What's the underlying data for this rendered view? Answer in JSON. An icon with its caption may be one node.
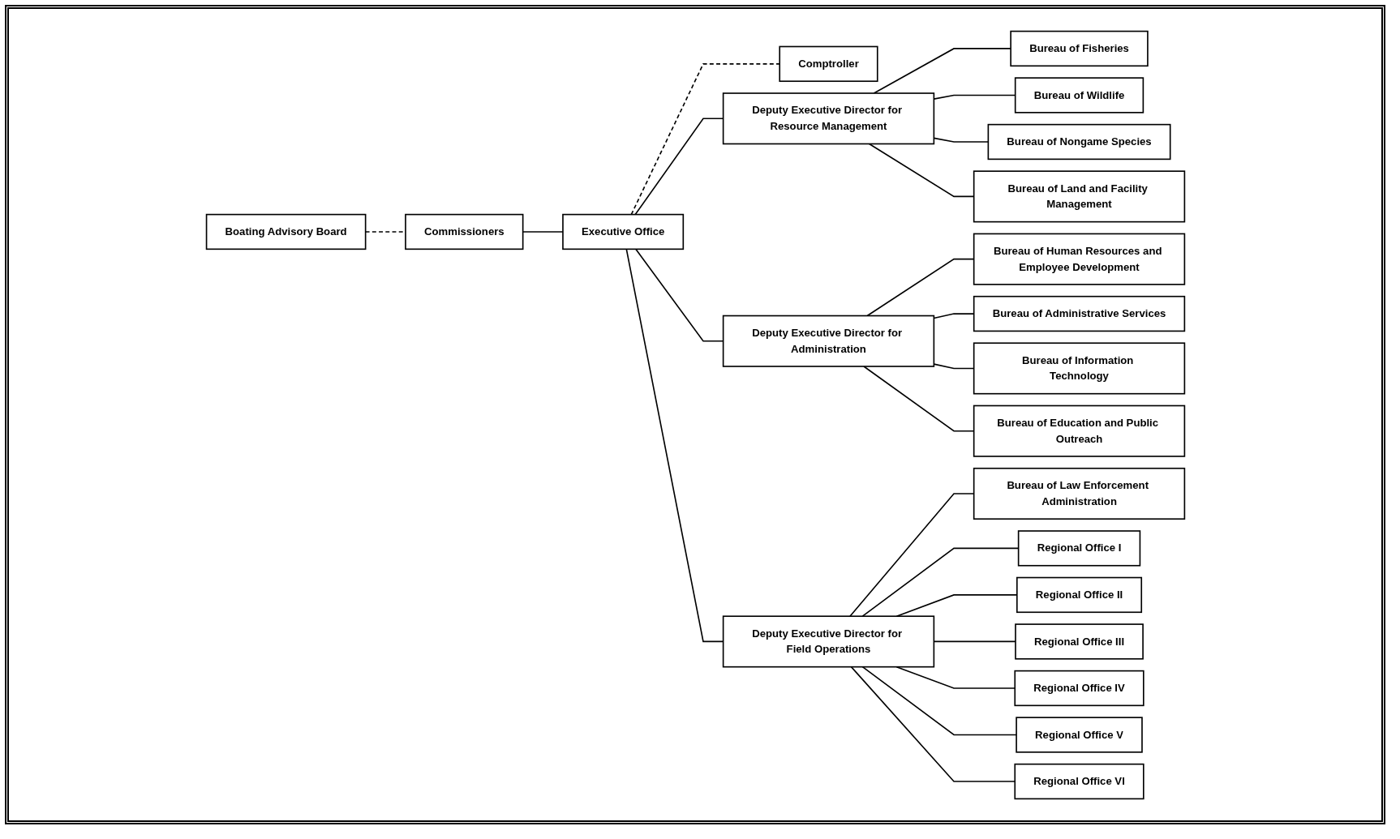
{
  "diagram": {
    "nodes": [
      {
        "text": [
          "Boating Advisory Board"
        ]
      },
      {
        "text": [
          "Commissioners"
        ]
      },
      {
        "text": [
          "Executive Office"
        ]
      },
      {
        "text": [
          "Comptroller"
        ]
      },
      {
        "text": [
          "Deputy Executive Director for Resource Management"
        ]
      },
      {
        "text": [
          "Deputy Executive Director for Administration"
        ]
      },
      {
        "text": [
          "Deputy Executive Director for Field Operations"
        ]
      },
      {
        "text": [
          "Bureau of Fisheries"
        ]
      },
      {
        "text": [
          "Bureau of Wildlife"
        ]
      },
      {
        "text": [
          "Bureau of Nongame Species"
        ]
      },
      {
        "text": [
          "Bureau of Land and Facility Management"
        ]
      },
      {
        "text": [
          "Bureau of Human Resources and Employee Development"
        ]
      },
      {
        "text": [
          "Bureau of Administrative Services"
        ]
      },
      {
        "text": [
          "Bureau of Information Technology"
        ]
      },
      {
        "text": [
          "Bureau of Education and Public Outreach"
        ]
      },
      {
        "text": [
          "Bureau of Law Enforcement Administration"
        ]
      },
      {
        "text": [
          "Regional Office I"
        ]
      },
      {
        "text": [
          "Regional Office II"
        ]
      },
      {
        "text": [
          "Regional Office III"
        ]
      },
      {
        "text": [
          "Regional Office IV"
        ]
      },
      {
        "text": [
          "Regional Office V"
        ]
      },
      {
        "text": [
          "Regional Office VI"
        ]
      }
    ],
    "edges": [
      {
        "from": 0,
        "to": 1,
        "arrow": "none",
        "style": "dashed"
      },
      {
        "from": 1,
        "to": 2,
        "arrow": "none"
      },
      {
        "from": 2,
        "to": 3,
        "arrow": "none",
        "style": "dashed"
      },
      {
        "from": 2,
        "to": 4,
        "arrow": "none"
      },
      {
        "from": 2,
        "to": 5,
        "arrow": "none"
      },
      {
        "from": 2,
        "to": 6,
        "arrow": "none"
      },
      {
        "from": 4,
        "to": 7,
        "arrow": "none"
      },
      {
        "from": 4,
        "to": 8,
        "arrow": "none"
      },
      {
        "from": 4,
        "to": 9,
        "arrow": "none"
      },
      {
        "from": 4,
        "to": 10,
        "arrow": "none"
      },
      {
        "from": 5,
        "to": 11,
        "arrow": "none"
      },
      {
        "from": 5,
        "to": 12,
        "arrow": "none"
      },
      {
        "from": 5,
        "to": 13,
        "arrow": "none"
      },
      {
        "from": 5,
        "to": 14,
        "arrow": "none"
      },
      {
        "from": 6,
        "to": 15,
        "arrow": "none"
      },
      {
        "from": 6,
        "to": 16,
        "arrow": "none"
      },
      {
        "from": 6,
        "to": 17,
        "arrow": "none"
      },
      {
        "from": 6,
        "to": 18,
        "arrow": "none"
      },
      {
        "from": 6,
        "to": 19,
        "arrow": "none"
      },
      {
        "from": 6,
        "to": 20,
        "arrow": "none"
      },
      {
        "from": 6,
        "to": 21,
        "arrow": "none"
      }
    ]
  }
}
